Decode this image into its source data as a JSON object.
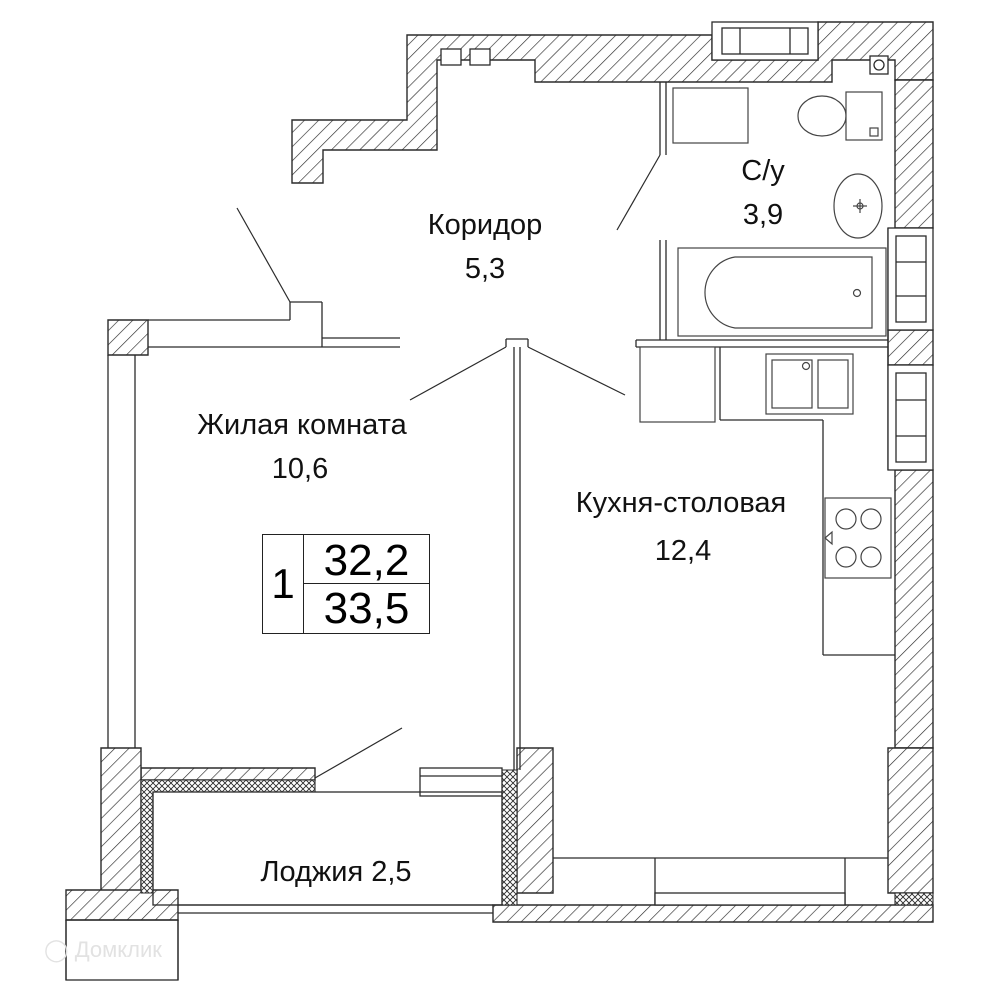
{
  "rooms": {
    "corridor": {
      "name": "Коридор",
      "area": "5,3"
    },
    "bathroom": {
      "name": "С/у",
      "area": "3,9"
    },
    "living": {
      "name": "Жилая комната",
      "area": "10,6"
    },
    "kitchen": {
      "name": "Кухня-столовая",
      "area": "12,4"
    },
    "loggia": {
      "label": "Лоджия 2,5"
    }
  },
  "summary": {
    "room_count": "1",
    "living_area": "32,2",
    "total_area": "33,5"
  },
  "watermark": "Домклик",
  "colors": {
    "wall_line": "#2b2b2b",
    "fixture_line": "#444444",
    "watermark": "#e2e2e2"
  }
}
